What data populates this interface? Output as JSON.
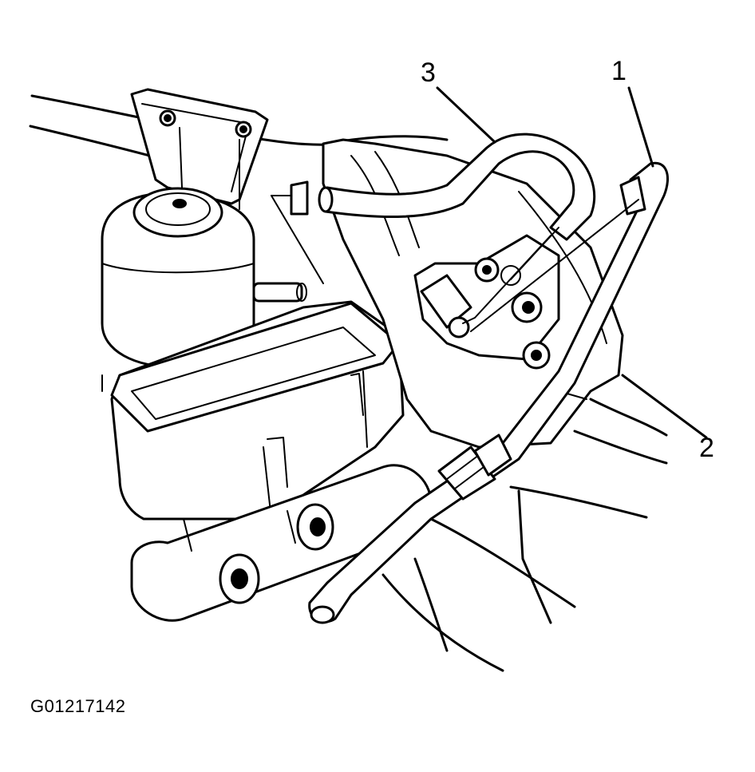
{
  "figure": {
    "id_label": "G01217142"
  },
  "callouts": [
    {
      "number": "1"
    },
    {
      "number": "2"
    },
    {
      "number": "3"
    }
  ],
  "colors": {
    "line": "#000000",
    "background": "#ffffff"
  }
}
